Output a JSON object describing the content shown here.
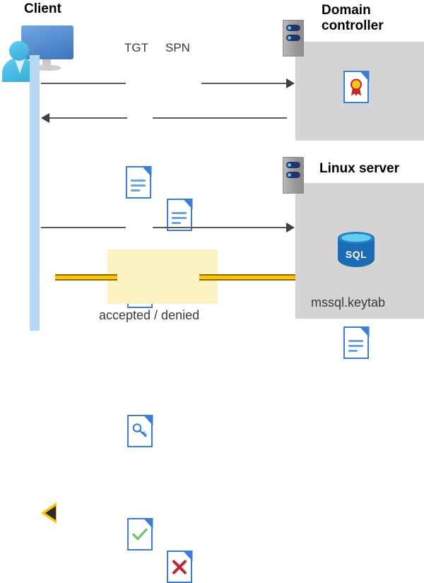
{
  "diagram": {
    "title_client": "Client",
    "title_domain_controller": "Domain\ncontroller",
    "title_domain_controller_line1": "Domain",
    "title_domain_controller_line2": "controller",
    "title_linux_server": "Linux server",
    "label_tgt": "TGT",
    "label_spn": "SPN",
    "label_keytab_file": "mssql.keytab",
    "label_result": "accepted / denied",
    "sql_badge": "SQL",
    "icons": {
      "client": "client-workstation-icon",
      "server_rack": "server-rack-icon",
      "certificate_doc": "certificate-document-icon",
      "tgt_doc": "text-document-icon",
      "spn_doc": "text-document-icon",
      "key_doc": "key-document-icon",
      "accepted_doc": "check-document-icon",
      "denied_doc": "x-document-icon",
      "sql_db": "sql-database-icon",
      "keytab_doc": "text-document-icon"
    },
    "colors": {
      "panel_gray": "#d4d4d4",
      "lifeline_blue": "#b7d7f5",
      "highlight_yellow": "#fdf2c2",
      "arrow_yellow": "#ffc400",
      "arrow_gray": "#5a5a5a",
      "doc_blue": "#3a7fd5",
      "accept_green": "#6fc46f",
      "deny_red": "#c0272d",
      "seal_gold": "#f5c518",
      "sql_blue": "#1b6cb5"
    },
    "flows": [
      {
        "name": "client-to-dc-request",
        "direction": "right",
        "carries": [
          "TGT",
          "SPN"
        ]
      },
      {
        "name": "dc-to-client-ticket",
        "direction": "left",
        "carries": [
          "service-ticket-key"
        ]
      },
      {
        "name": "client-to-linux-request",
        "direction": "right",
        "carries": [
          "service-ticket-key"
        ]
      },
      {
        "name": "linux-to-client-result",
        "direction": "left",
        "carries": [
          "accepted / denied"
        ]
      }
    ]
  }
}
